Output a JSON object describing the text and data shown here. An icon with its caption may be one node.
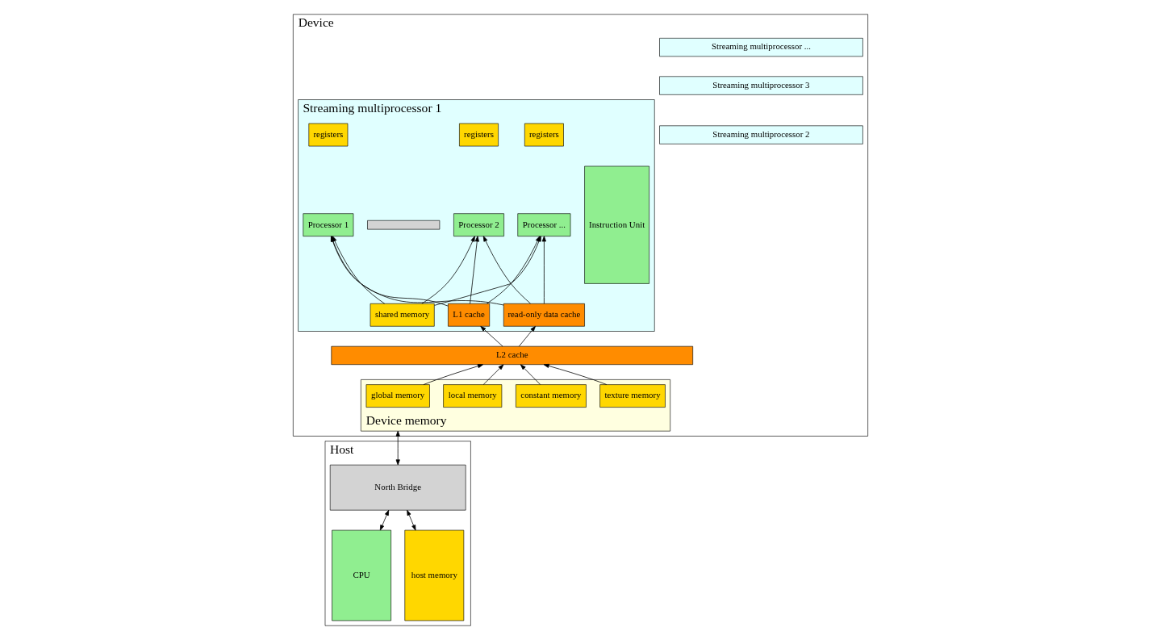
{
  "diagram": {
    "nodes": [
      {
        "text": [
          "Host"
        ]
      },
      {
        "text": [
          "CPU"
        ],
        "in": 0
      },
      {
        "text": [
          "host memory"
        ],
        "in": 0
      },
      {
        "text": [
          "North Bridge"
        ],
        "in": 0
      },
      {
        "text": [
          "Device"
        ]
      },
      {
        "text": [
          "Streaming multiprocessor ..."
        ],
        "in": 4
      },
      {
        "text": [
          "Streaming multiprocessor 3"
        ],
        "in": 4
      },
      {
        "text": [
          "Streaming multiprocessor 2"
        ],
        "in": 4
      },
      {
        "text": [
          "Streaming multiprocessor 1"
        ],
        "in": 4
      },
      {
        "text": [
          "registers"
        ],
        "in": 8
      },
      {
        "text": [
          "registers"
        ],
        "in": 8
      },
      {
        "text": [
          "registers"
        ],
        "in": 8
      },
      {
        "text": [
          "Processor 1"
        ],
        "in": 8
      },
      {
        "text": [],
        "shape": "bar",
        "in": 8
      },
      {
        "text": [
          "Processor 2"
        ],
        "in": 8
      },
      {
        "text": [
          "Processor ..."
        ],
        "in": 8
      },
      {
        "text": [
          "Instruction Unit"
        ],
        "in": 8
      },
      {
        "text": [
          "shared memory"
        ],
        "in": 8
      },
      {
        "text": [
          "L1 cache"
        ],
        "in": 8
      },
      {
        "text": [
          "read-only data cache"
        ],
        "in": 8
      },
      {
        "text": [
          "L2 cache"
        ],
        "in": 4
      },
      {
        "text": [
          "Device memory"
        ],
        "in": 4
      },
      {
        "text": [
          "global memory"
        ],
        "in": 21
      },
      {
        "text": [
          "local memory"
        ],
        "in": 21
      },
      {
        "text": [
          "constant memory"
        ],
        "in": 21
      },
      {
        "text": [
          "texture memory"
        ],
        "in": 21
      }
    ],
    "edges": [
      {
        "from": 1,
        "to": 3,
        "arrow": "both"
      },
      {
        "from": 2,
        "to": 3,
        "arrow": "both"
      },
      {
        "from": 3,
        "to": 21,
        "arrow": "both"
      },
      {
        "from": 17,
        "to": 12,
        "arrow": "to"
      },
      {
        "from": 17,
        "to": 14,
        "arrow": "to"
      },
      {
        "from": 17,
        "to": 15,
        "arrow": "to"
      },
      {
        "from": 18,
        "to": 12,
        "arrow": "to"
      },
      {
        "from": 18,
        "to": 14,
        "arrow": "to"
      },
      {
        "from": 18,
        "to": 15,
        "arrow": "to"
      },
      {
        "from": 19,
        "to": 12,
        "arrow": "to"
      },
      {
        "from": 19,
        "to": 14,
        "arrow": "to"
      },
      {
        "from": 19,
        "to": 15,
        "arrow": "to"
      },
      {
        "from": 20,
        "to": 18,
        "arrow": "to"
      },
      {
        "from": 20,
        "to": 19,
        "arrow": "to"
      },
      {
        "from": 22,
        "to": 20,
        "arrow": "to"
      },
      {
        "from": 23,
        "to": 20,
        "arrow": "to"
      },
      {
        "from": 24,
        "to": 20,
        "arrow": "to"
      },
      {
        "from": 25,
        "to": 20,
        "arrow": "to"
      }
    ]
  }
}
